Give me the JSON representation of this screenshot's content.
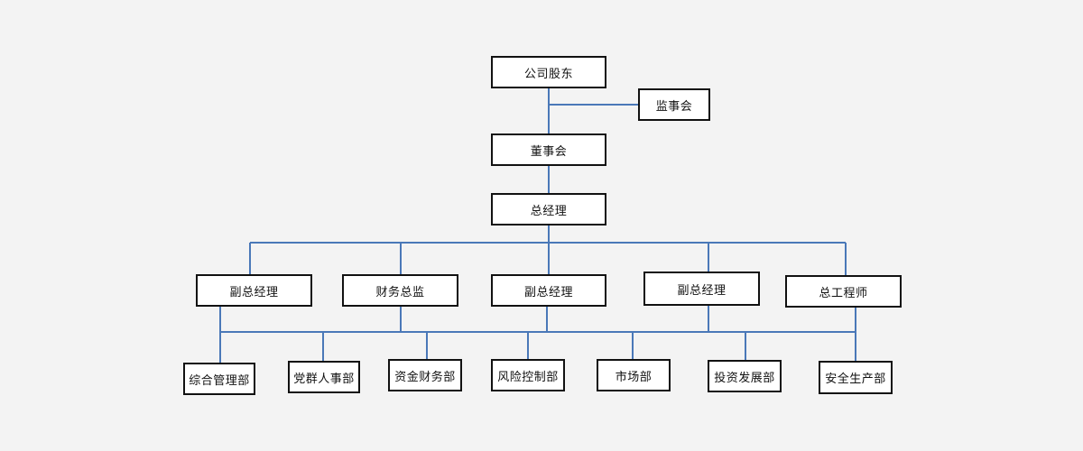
{
  "org_chart": {
    "top": {
      "shareholders": "公司股东",
      "supervisory_board": "监事会",
      "board_of_directors": "董事会",
      "general_manager": "总经理"
    },
    "executives": [
      {
        "label": "副总经理"
      },
      {
        "label": "财务总监"
      },
      {
        "label": "副总经理"
      },
      {
        "label": "副总经理"
      },
      {
        "label": "总工程师"
      }
    ],
    "departments": [
      {
        "label": "综合管理部"
      },
      {
        "label": "党群人事部"
      },
      {
        "label": "资金财务部"
      },
      {
        "label": "风险控制部"
      },
      {
        "label": "市场部"
      },
      {
        "label": "投资发展部"
      },
      {
        "label": "安全生产部"
      }
    ]
  },
  "colors": {
    "background": "#f3f3f3",
    "connector": "#4a78b8",
    "box_border": "#111111",
    "box_fill": "#ffffff",
    "text": "#111111"
  }
}
